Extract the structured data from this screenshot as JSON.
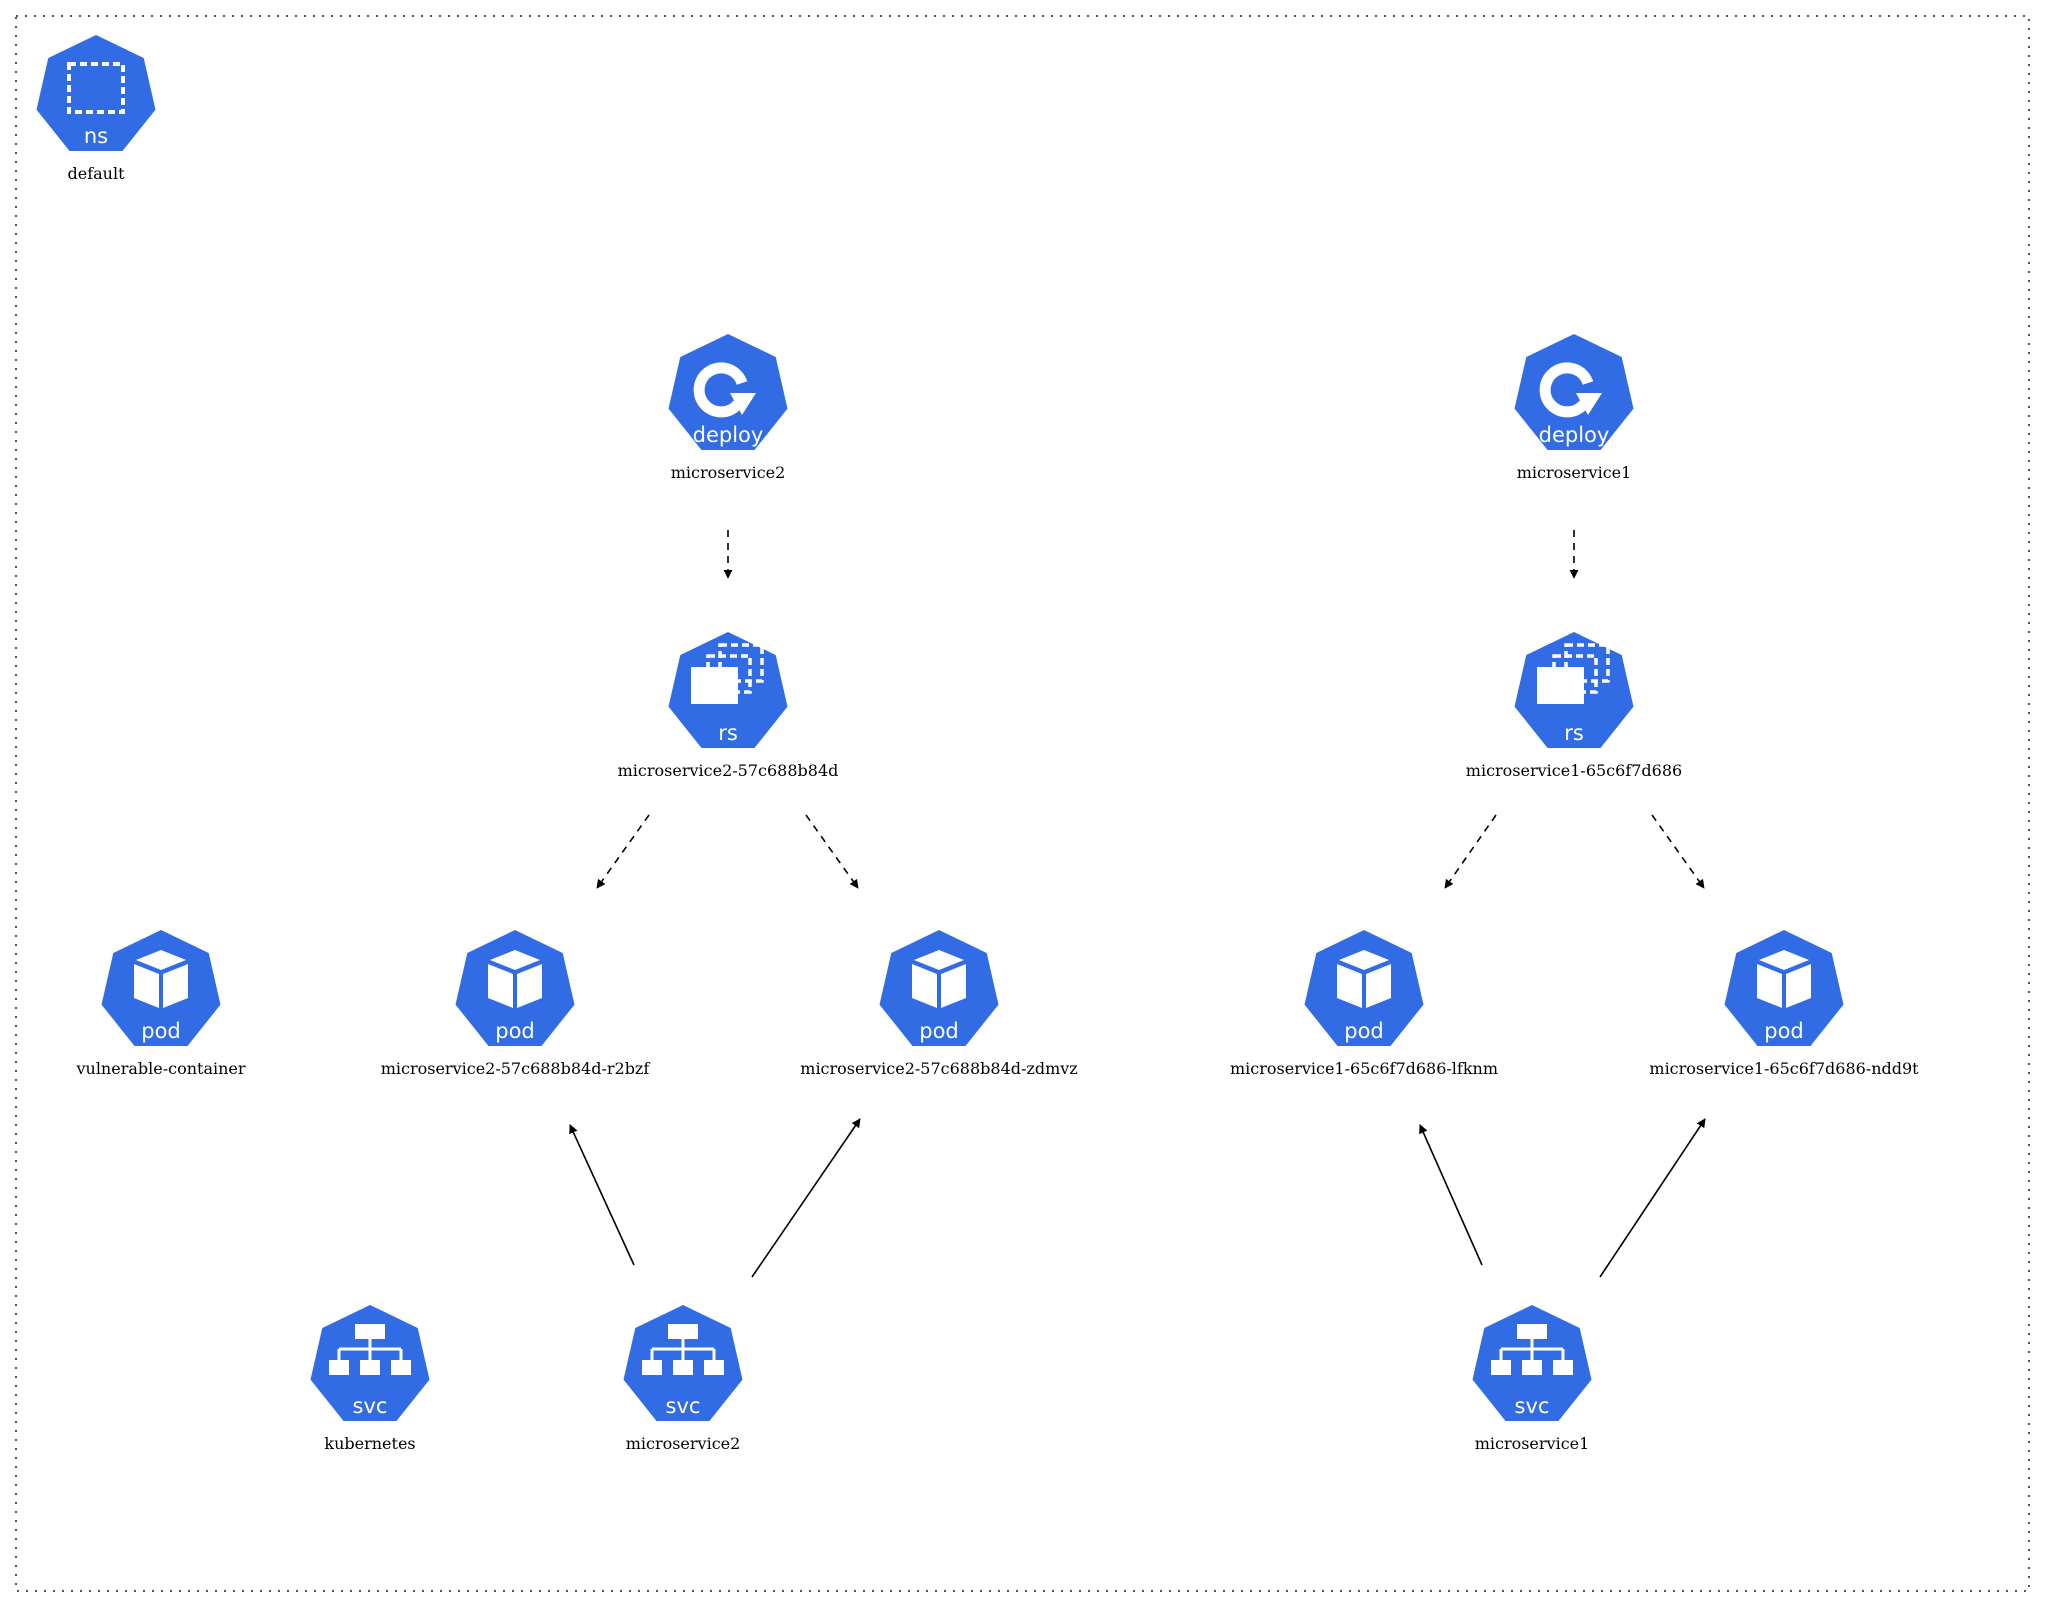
{
  "colors": {
    "icon_fill": "#326ce5",
    "icon_outline": "#ffffff",
    "edge": "#000000",
    "frame": "#555555"
  },
  "namespace": {
    "icon": "namespace-icon",
    "kind": "ns",
    "label": "default"
  },
  "nodes": [
    {
      "id": "deploy-ms2",
      "icon": "deployment-icon",
      "kind": "deploy",
      "label": "microservice2"
    },
    {
      "id": "deploy-ms1",
      "icon": "deployment-icon",
      "kind": "deploy",
      "label": "microservice1"
    },
    {
      "id": "rs-ms2",
      "icon": "replicaset-icon",
      "kind": "rs",
      "label": "microservice2-57c688b84d"
    },
    {
      "id": "rs-ms1",
      "icon": "replicaset-icon",
      "kind": "rs",
      "label": "microservice1-65c6f7d686"
    },
    {
      "id": "pod-vuln",
      "icon": "pod-icon",
      "kind": "pod",
      "label": "vulnerable-container"
    },
    {
      "id": "pod-ms2-a",
      "icon": "pod-icon",
      "kind": "pod",
      "label": "microservice2-57c688b84d-r2bzf"
    },
    {
      "id": "pod-ms2-b",
      "icon": "pod-icon",
      "kind": "pod",
      "label": "microservice2-57c688b84d-zdmvz"
    },
    {
      "id": "pod-ms1-a",
      "icon": "pod-icon",
      "kind": "pod",
      "label": "microservice1-65c6f7d686-lfknm"
    },
    {
      "id": "pod-ms1-b",
      "icon": "pod-icon",
      "kind": "pod",
      "label": "microservice1-65c6f7d686-ndd9t"
    },
    {
      "id": "svc-k8s",
      "icon": "service-icon",
      "kind": "svc",
      "label": "kubernetes"
    },
    {
      "id": "svc-ms2",
      "icon": "service-icon",
      "kind": "svc",
      "label": "microservice2"
    },
    {
      "id": "svc-ms1",
      "icon": "service-icon",
      "kind": "svc",
      "label": "microservice1"
    }
  ],
  "edges": [
    {
      "from": "deploy-ms2",
      "to": "rs-ms2",
      "style": "dashed"
    },
    {
      "from": "deploy-ms1",
      "to": "rs-ms1",
      "style": "dashed"
    },
    {
      "from": "rs-ms2",
      "to": "pod-ms2-a",
      "style": "dashed"
    },
    {
      "from": "rs-ms2",
      "to": "pod-ms2-b",
      "style": "dashed"
    },
    {
      "from": "rs-ms1",
      "to": "pod-ms1-a",
      "style": "dashed"
    },
    {
      "from": "rs-ms1",
      "to": "pod-ms1-b",
      "style": "dashed"
    },
    {
      "from": "svc-ms2",
      "to": "pod-ms2-a",
      "style": "solid"
    },
    {
      "from": "svc-ms2",
      "to": "pod-ms2-b",
      "style": "solid"
    },
    {
      "from": "svc-ms1",
      "to": "pod-ms1-a",
      "style": "solid"
    },
    {
      "from": "svc-ms1",
      "to": "pod-ms1-b",
      "style": "solid"
    }
  ]
}
